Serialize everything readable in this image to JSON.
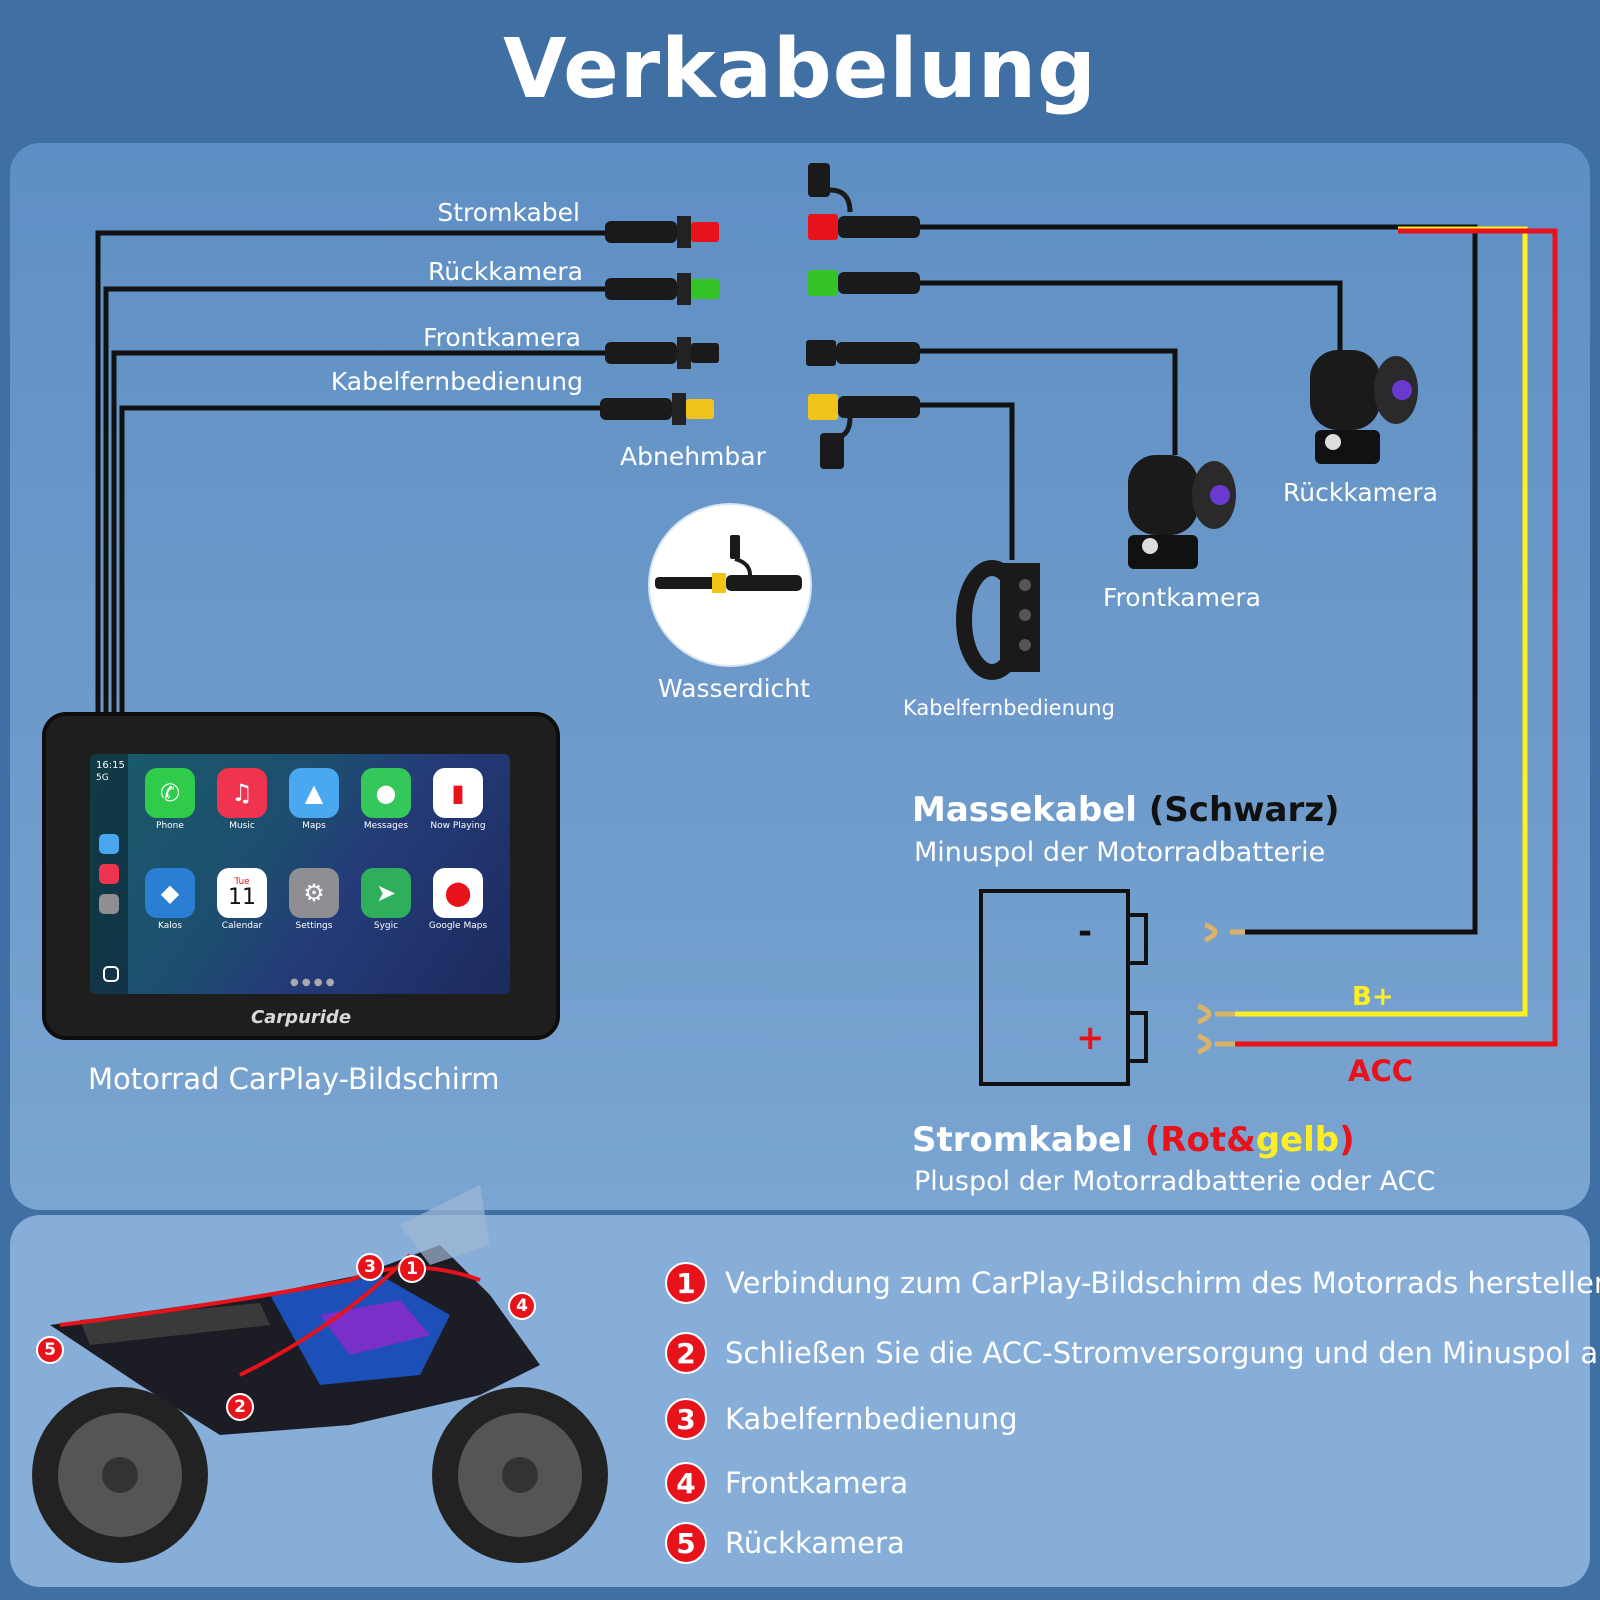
{
  "title": "Verkabelung",
  "connector_labels": {
    "stromkabel": "Stromkabel",
    "rueckkamera": "Rückkamera",
    "frontkamera": "Frontkamera",
    "kabelfernbedienung": "Kabelfernbedienung",
    "abnehmbar": "Abnehmbar"
  },
  "waterproof_label": "Wasserdicht",
  "devices": {
    "remote": "Kabelfernbedienung",
    "front_camera": "Frontkamera",
    "rear_camera": "Rückkamera"
  },
  "screen": {
    "caption": "Motorrad CarPlay-Bildschirm",
    "brand": "Carpuride",
    "time": "16:15",
    "network": "5G",
    "apps": [
      {
        "name": "Phone",
        "color": "#2ecc4a",
        "glyph": "✆"
      },
      {
        "name": "Music",
        "color": "#f0334f",
        "glyph": "♫"
      },
      {
        "name": "Maps",
        "color": "#4aa8f0",
        "glyph": "▲"
      },
      {
        "name": "Messages",
        "color": "#34c759",
        "glyph": "●"
      },
      {
        "name": "Now Playing",
        "color": "#ffffff",
        "glyph": "▮"
      },
      {
        "name": "Kalos",
        "color": "#2a7fd4",
        "glyph": "◆"
      },
      {
        "name": "Calendar",
        "color": "#ffffff",
        "glyph": "11"
      },
      {
        "name": "Settings",
        "color": "#8e8e93",
        "glyph": "⚙"
      },
      {
        "name": "Sygic",
        "color": "#2fae5c",
        "glyph": "➤"
      },
      {
        "name": "Google Maps",
        "color": "#ffffff",
        "glyph": "⬤"
      }
    ],
    "calendar_day": "Tue"
  },
  "ground": {
    "title": "Massekabel",
    "title_paren": "(Schwarz)",
    "subtitle": "Minuspol der Motorradbatterie"
  },
  "power": {
    "title": "Stromkabel",
    "paren_open": "(",
    "rot": "Rot&",
    "gelb": "gelb",
    "paren_close": ")",
    "subtitle": "Pluspol der Motorradbatterie oder ACC"
  },
  "battery": {
    "minus": "-",
    "plus": "+",
    "b_plus": "B+",
    "acc": "ACC"
  },
  "colors": {
    "wire_black": "#111111",
    "wire_red": "#e8121b",
    "wire_yellow": "#ffee22",
    "connector_red": "#e8121b",
    "connector_green": "#35c428",
    "connector_yellow": "#f2c318",
    "marker_red": "#e8121b"
  },
  "steps": [
    {
      "num": "1",
      "text": "Verbindung zum CarPlay-Bildschirm des Motorrads herstellen"
    },
    {
      "num": "2",
      "text": "Schließen Sie die ACC-Stromversorgung und den Minuspol an."
    },
    {
      "num": "3",
      "text": "Kabelfernbedienung"
    },
    {
      "num": "4",
      "text": "Frontkamera"
    },
    {
      "num": "5",
      "text": "Rückkamera"
    }
  ],
  "bike_markers": [
    "1",
    "2",
    "3",
    "4",
    "5"
  ]
}
